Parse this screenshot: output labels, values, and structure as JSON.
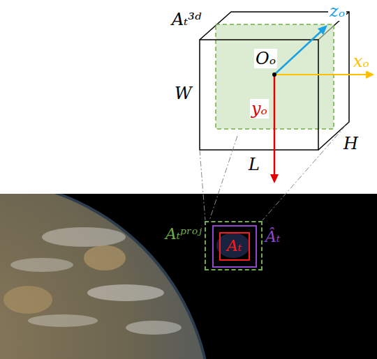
{
  "diagram": {
    "nodes": [
      {
        "text": [
          "Aₜᵖʳᵒʲ"
        ]
      },
      {
        "text": [
          "Âₜ"
        ],
        "in": 0
      },
      {
        "text": [
          "Aₜ"
        ],
        "in": 1
      }
    ],
    "labels": [
      "Aₜ³ᵈ",
      "W",
      "Oₒ",
      "zₒ",
      "xₒ",
      "yₒ",
      "L",
      "H"
    ]
  }
}
